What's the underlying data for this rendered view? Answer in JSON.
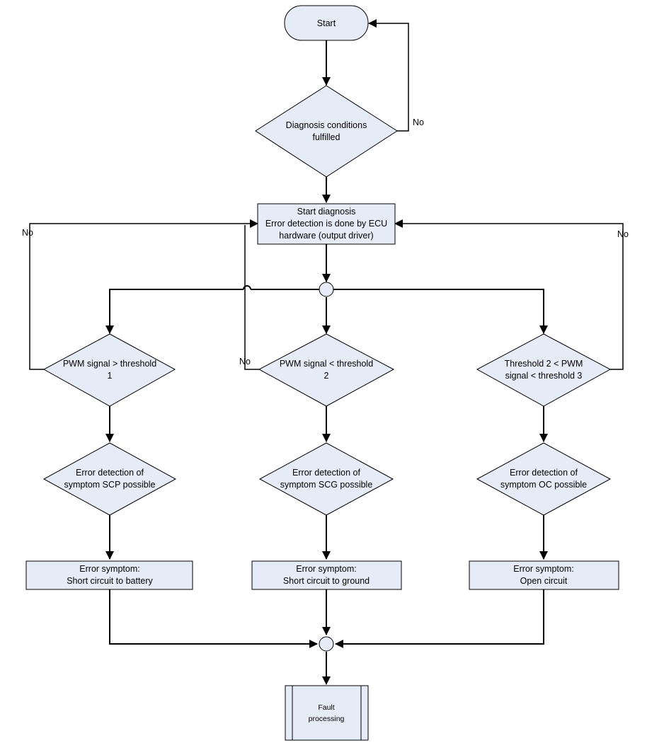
{
  "nodes": {
    "start": "Start",
    "diag_conditions": [
      "Diagnosis conditions",
      "fulfilled"
    ],
    "start_diagnosis": [
      "Start diagnosis",
      "Error detection is done by ECU",
      "hardware (output driver)"
    ],
    "cond_left": [
      "PWM signal > threshold",
      "1"
    ],
    "cond_mid": [
      "PWM signal < threshold",
      "2"
    ],
    "cond_right": [
      "Threshold 2 < PWM",
      "signal < threshold 3"
    ],
    "detect_left": [
      "Error detection of",
      "symptom SCP possible"
    ],
    "detect_mid": [
      "Error detection of",
      "symptom SCG possible"
    ],
    "detect_right": [
      "Error detection of",
      "symptom OC possible"
    ],
    "symptom_left": [
      "Error symptom:",
      "Short circuit to battery"
    ],
    "symptom_mid": [
      "Error symptom:",
      "Short circuit to ground"
    ],
    "symptom_right": [
      "Error symptom:",
      "Open circuit"
    ],
    "fault": [
      "Fault",
      "processing"
    ]
  },
  "edge_labels": {
    "no_top": "No",
    "no_left": "No",
    "no_mid": "No",
    "no_right": "No"
  },
  "colors": {
    "fill": "#e6ecf7",
    "stroke": "#000000"
  }
}
